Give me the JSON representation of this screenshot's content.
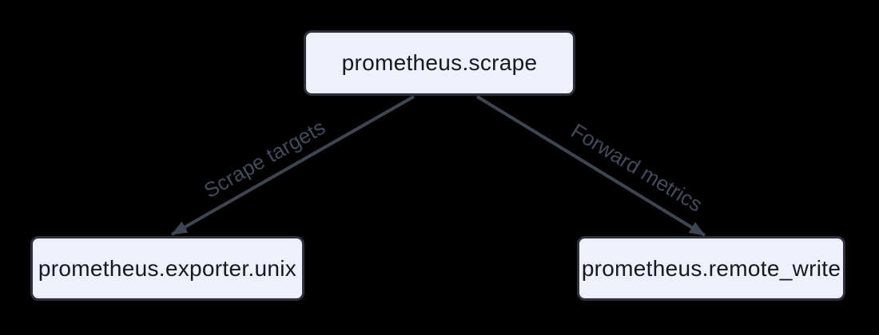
{
  "diagram": {
    "type": "flowchart",
    "background_color": "#000000",
    "node_fill_color": "#eef0fa",
    "node_border_color": "#2d313d",
    "node_text_color": "#15181f",
    "edge_color": "#3e4553",
    "nodes": [
      {
        "id": "scrape",
        "label": "prometheus.scrape"
      },
      {
        "id": "exporter-unix",
        "label": "prometheus.exporter.unix"
      },
      {
        "id": "remote-write",
        "label": "prometheus.remote_write"
      }
    ],
    "edges": [
      {
        "from": "scrape",
        "to": "exporter-unix",
        "label": "Scrape targets"
      },
      {
        "from": "scrape",
        "to": "remote-write",
        "label": "Forward metrics"
      }
    ]
  }
}
